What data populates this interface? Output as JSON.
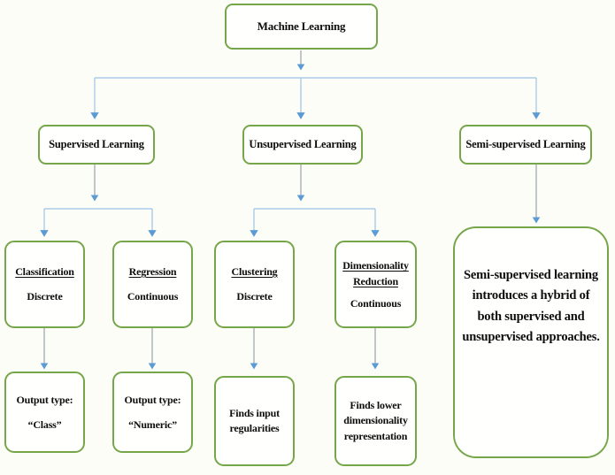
{
  "diagram": {
    "title": "Machine Learning taxonomy flowchart",
    "colors": {
      "node_border": "#76a64a",
      "connector": "#5b9bd5",
      "node_fill": "#fffffd",
      "canvas": "#fdfdf8",
      "text": "#0d0d0d"
    },
    "nodes": {
      "root": {
        "label": "Machine Learning"
      },
      "supervised": {
        "label": "Supervised Learning"
      },
      "unsupervised": {
        "label": "Unsupervised Learning"
      },
      "semi_supervised": {
        "label": "Semi-supervised Learning"
      },
      "classification": {
        "heading": "Classification",
        "detail": "Discrete"
      },
      "regression": {
        "heading": "Regression",
        "detail": "Continuous"
      },
      "clustering": {
        "heading": "Clustering",
        "detail": "Discrete"
      },
      "dimensionality_reduction": {
        "heading_line1": "Dimensionality",
        "heading_line2": "Reduction",
        "detail": "Continuous"
      },
      "class_output": {
        "line1": "Output type:",
        "line2": "“Class”"
      },
      "numeric_output": {
        "line1": "Output type:",
        "line2": "“Numeric”"
      },
      "finds_input_regularities": {
        "line1": "Finds input",
        "line2": "regularities"
      },
      "finds_lower_dimensionality": {
        "line1": "Finds lower",
        "line2": "dimensionality",
        "line3": "representation"
      },
      "semi_supervised_description": {
        "line1": "Semi-supervised learning",
        "line2": "introduces a hybrid of",
        "line3": "both supervised and",
        "line4": "unsupervised approaches."
      }
    }
  }
}
